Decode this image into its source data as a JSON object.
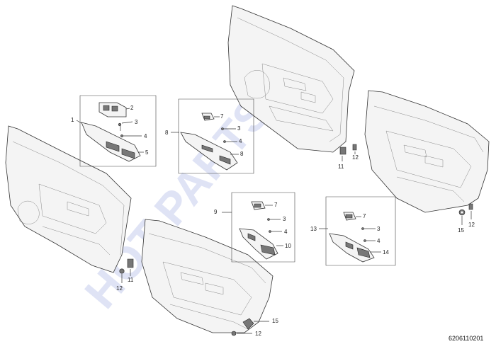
{
  "diagram": {
    "watermark": "HOT PARTS",
    "drawing_code": "6206110201",
    "callouts": {
      "c1": "1",
      "c2": "2",
      "c3": "3",
      "c4": "4",
      "c5": "5",
      "c7a": "7",
      "c3b": "3",
      "c4b": "4",
      "c8": "8",
      "c8g": "8",
      "c11a": "11",
      "c12a": "12",
      "c7b": "7",
      "c3c": "3",
      "c4c": "4",
      "c10": "10",
      "c9": "9",
      "c7c": "7",
      "c3d": "3",
      "c4d": "4",
      "c14": "14",
      "c13": "13",
      "c15a": "15",
      "c12b": "12",
      "c12c": "12",
      "c11b": "11",
      "c15b": "15",
      "c12d": "12"
    }
  }
}
